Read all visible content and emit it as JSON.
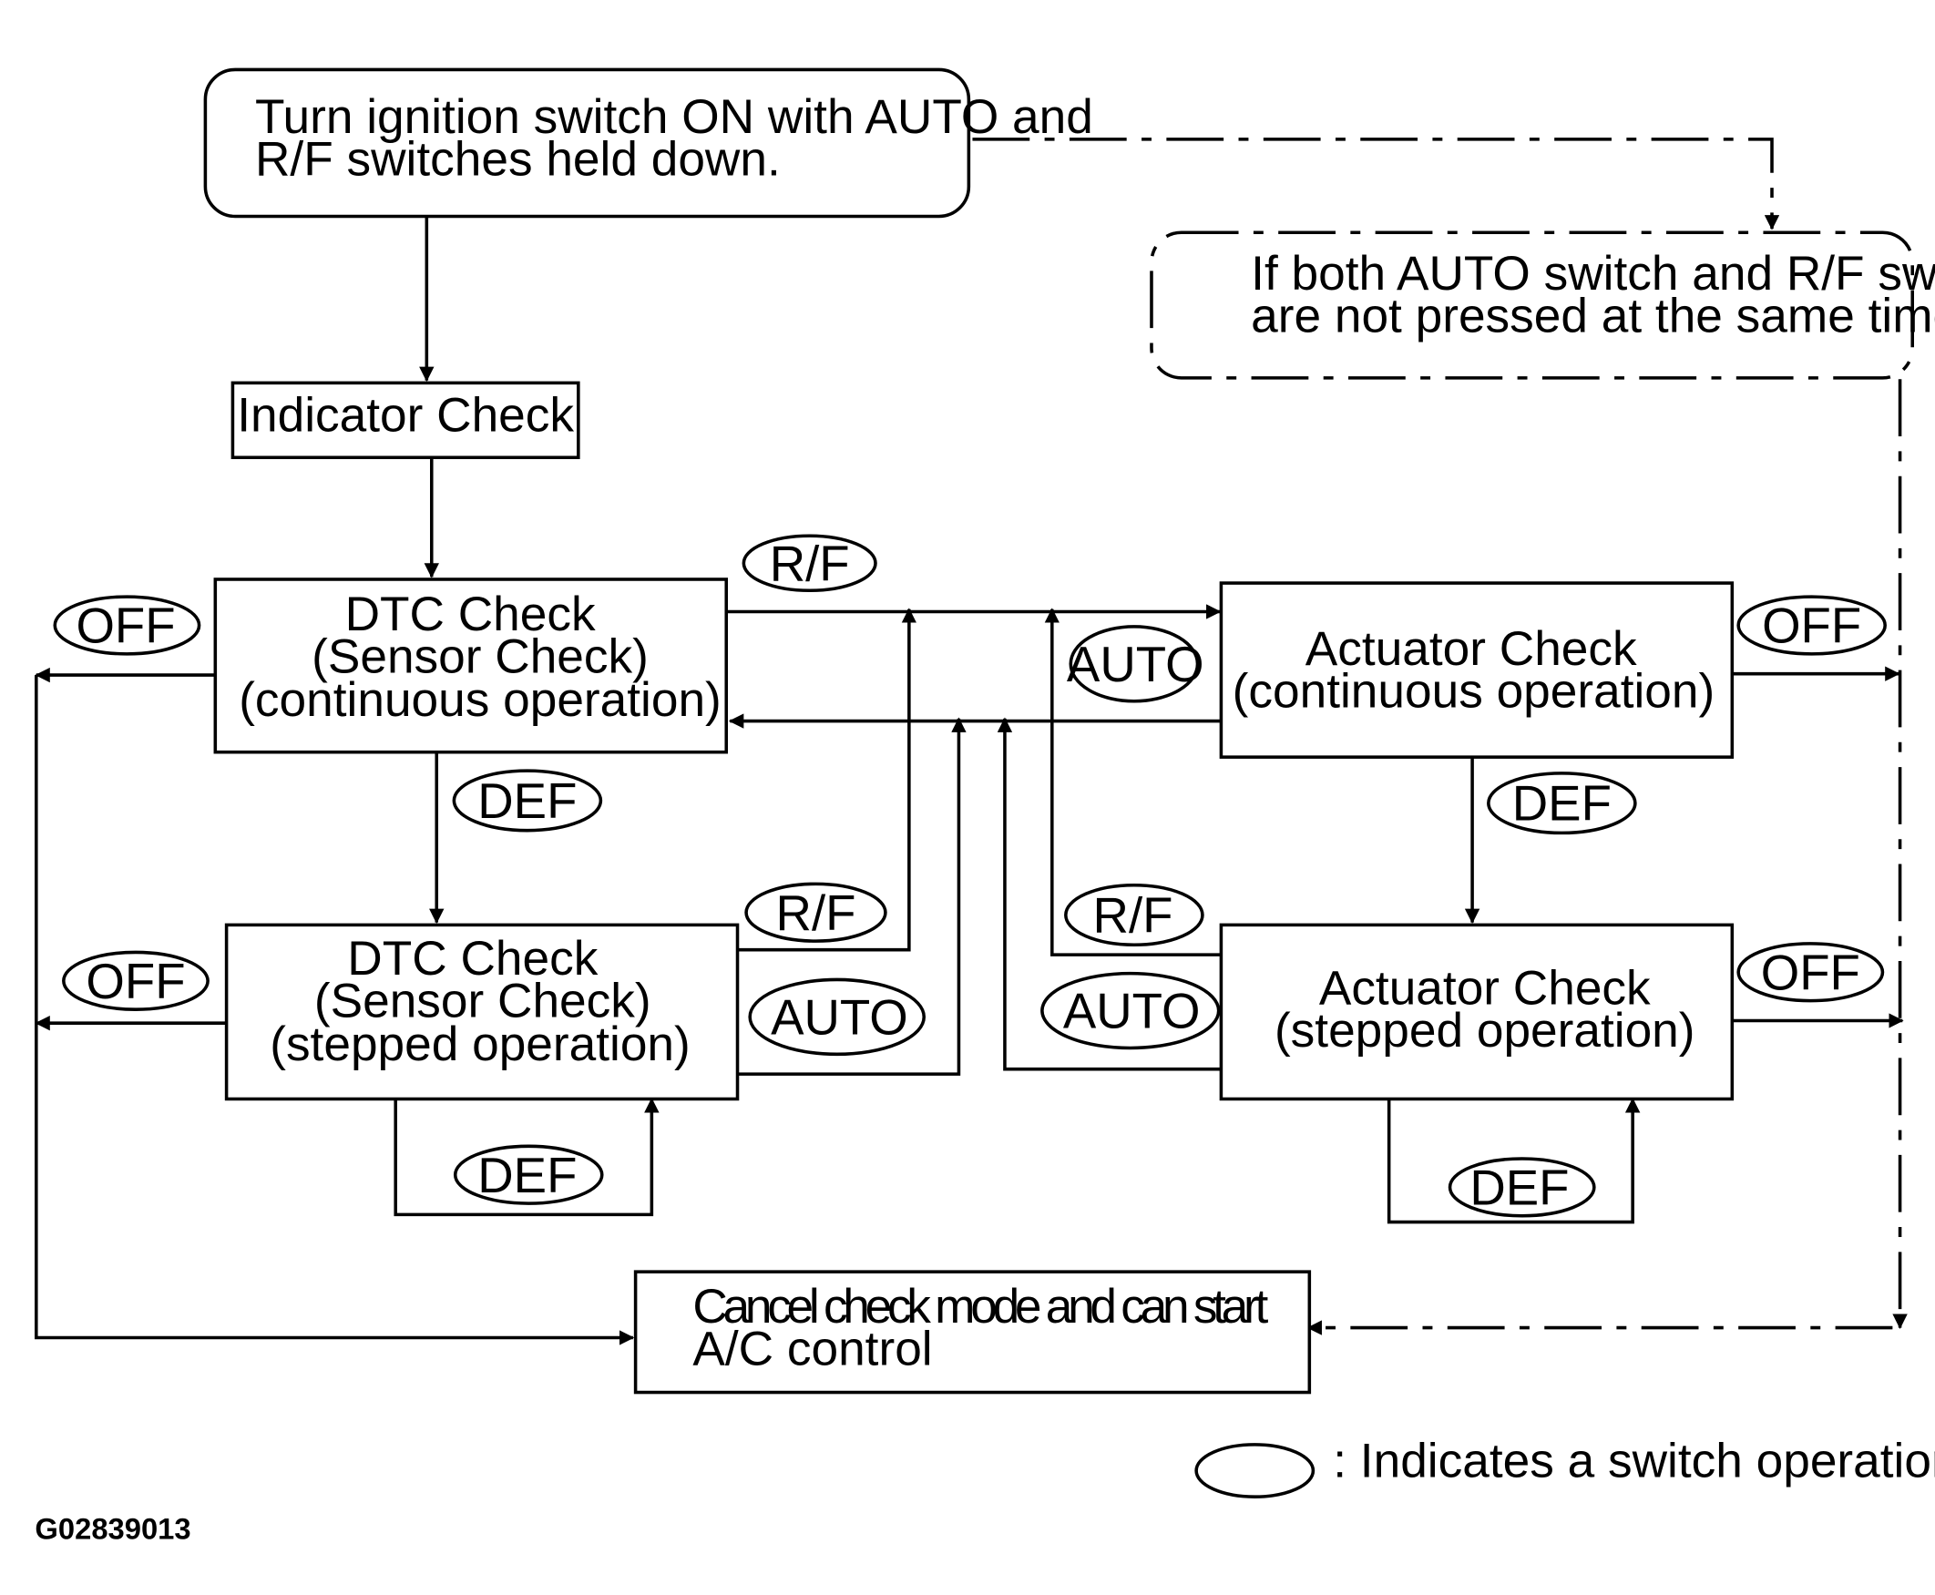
{
  "boxes": {
    "start": [
      "Turn ignition switch ON with AUTO and",
      "R/F switches held down."
    ],
    "not_pressed": [
      "If both AUTO switch and R/F switch",
      "are not pressed at the same time."
    ],
    "indicator": "Indicator Check",
    "dtc_continuous": [
      "DTC Check",
      "(Sensor Check)",
      "(continuous operation)"
    ],
    "dtc_stepped": [
      "DTC Check",
      "(Sensor Check)",
      "(stepped operation)"
    ],
    "actuator_continuous": [
      "Actuator Check",
      "(continuous operation)"
    ],
    "actuator_stepped": [
      "Actuator Check",
      "(stepped operation)"
    ],
    "cancel": [
      "Cancel check mode and can start",
      "A/C control"
    ]
  },
  "switches": {
    "rf_top": "R/F",
    "auto_top": "AUTO",
    "off_dtc_cont": "OFF",
    "def_dtc": "DEF",
    "off_dtc_step": "OFF",
    "rf_dtc_step": "R/F",
    "auto_dtc_step": "AUTO",
    "def_dtc_step": "DEF",
    "rf_act_step": "R/F",
    "auto_act_step": "AUTO",
    "off_act_cont": "OFF",
    "def_act": "DEF",
    "off_act_step": "OFF",
    "def_act_step": "DEF"
  },
  "legend": ": Indicates a switch operation.",
  "figure_id": "G02839013"
}
